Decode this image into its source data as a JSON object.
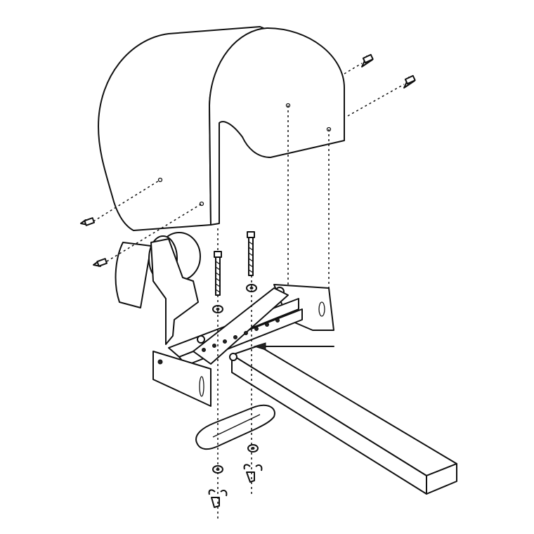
{
  "diagram": {
    "type": "exploded-assembly-line-drawing",
    "colors": {
      "line": "#111111",
      "background": "#ffffff"
    },
    "parts": [
      "guard-hood",
      "hood-screw",
      "roller",
      "mounting-bracket",
      "carriage-bolt",
      "washer",
      "wing-nut",
      "clamp-plate",
      "support-board",
      "indicator-arrow"
    ]
  }
}
